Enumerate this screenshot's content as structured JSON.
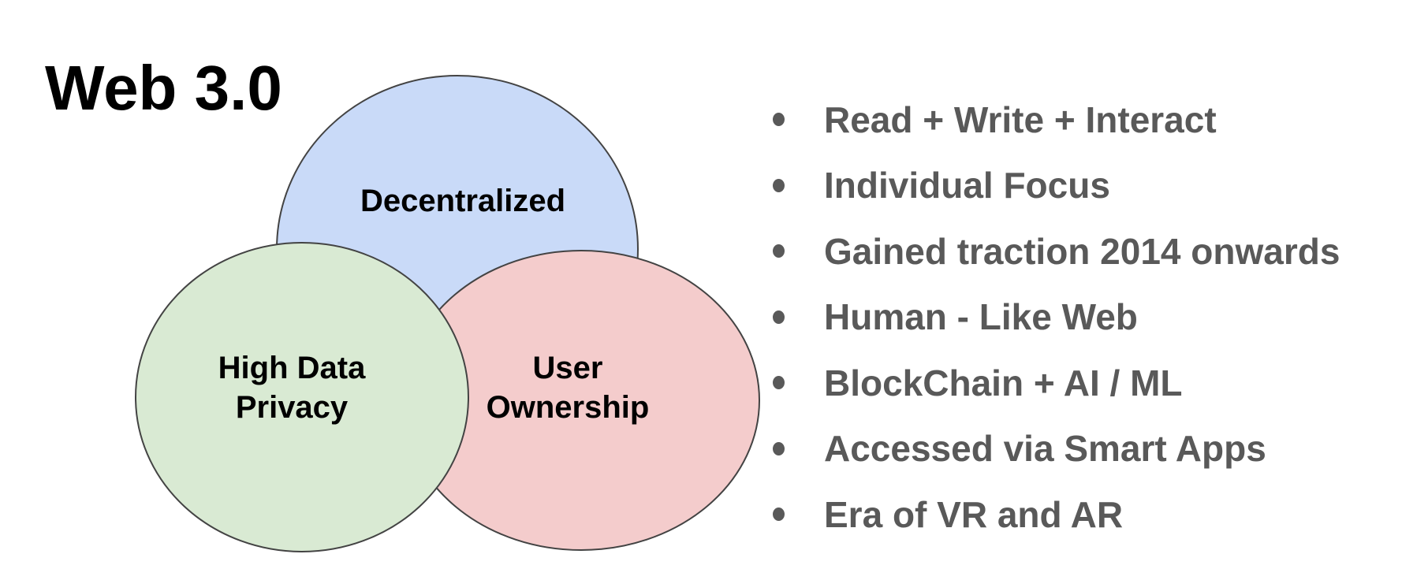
{
  "slide": {
    "title": "Web 3.0"
  },
  "venn": {
    "stroke_color": "#434343",
    "label_color": "#000000",
    "circles": [
      {
        "name": "decentralized",
        "label": "Decentralized",
        "label_lines": [
          "Decentralized"
        ],
        "fill": "#c9daf8"
      },
      {
        "name": "user-ownership",
        "label": "User Ownership",
        "label_lines": [
          "User",
          "Ownership"
        ],
        "fill": "#f4cccc"
      },
      {
        "name": "high-data-privacy",
        "label": "High Data Privacy",
        "label_lines": [
          "High Data",
          "Privacy"
        ],
        "fill": "#d9ead3"
      }
    ]
  },
  "bullet_list": {
    "text_color": "#595959",
    "items": [
      "Read + Write + Interact",
      "Individual Focus",
      "Gained traction 2014 onwards",
      "Human - Like Web",
      "BlockChain + AI / ML",
      "Accessed via Smart Apps",
      "Era of VR and AR"
    ]
  }
}
